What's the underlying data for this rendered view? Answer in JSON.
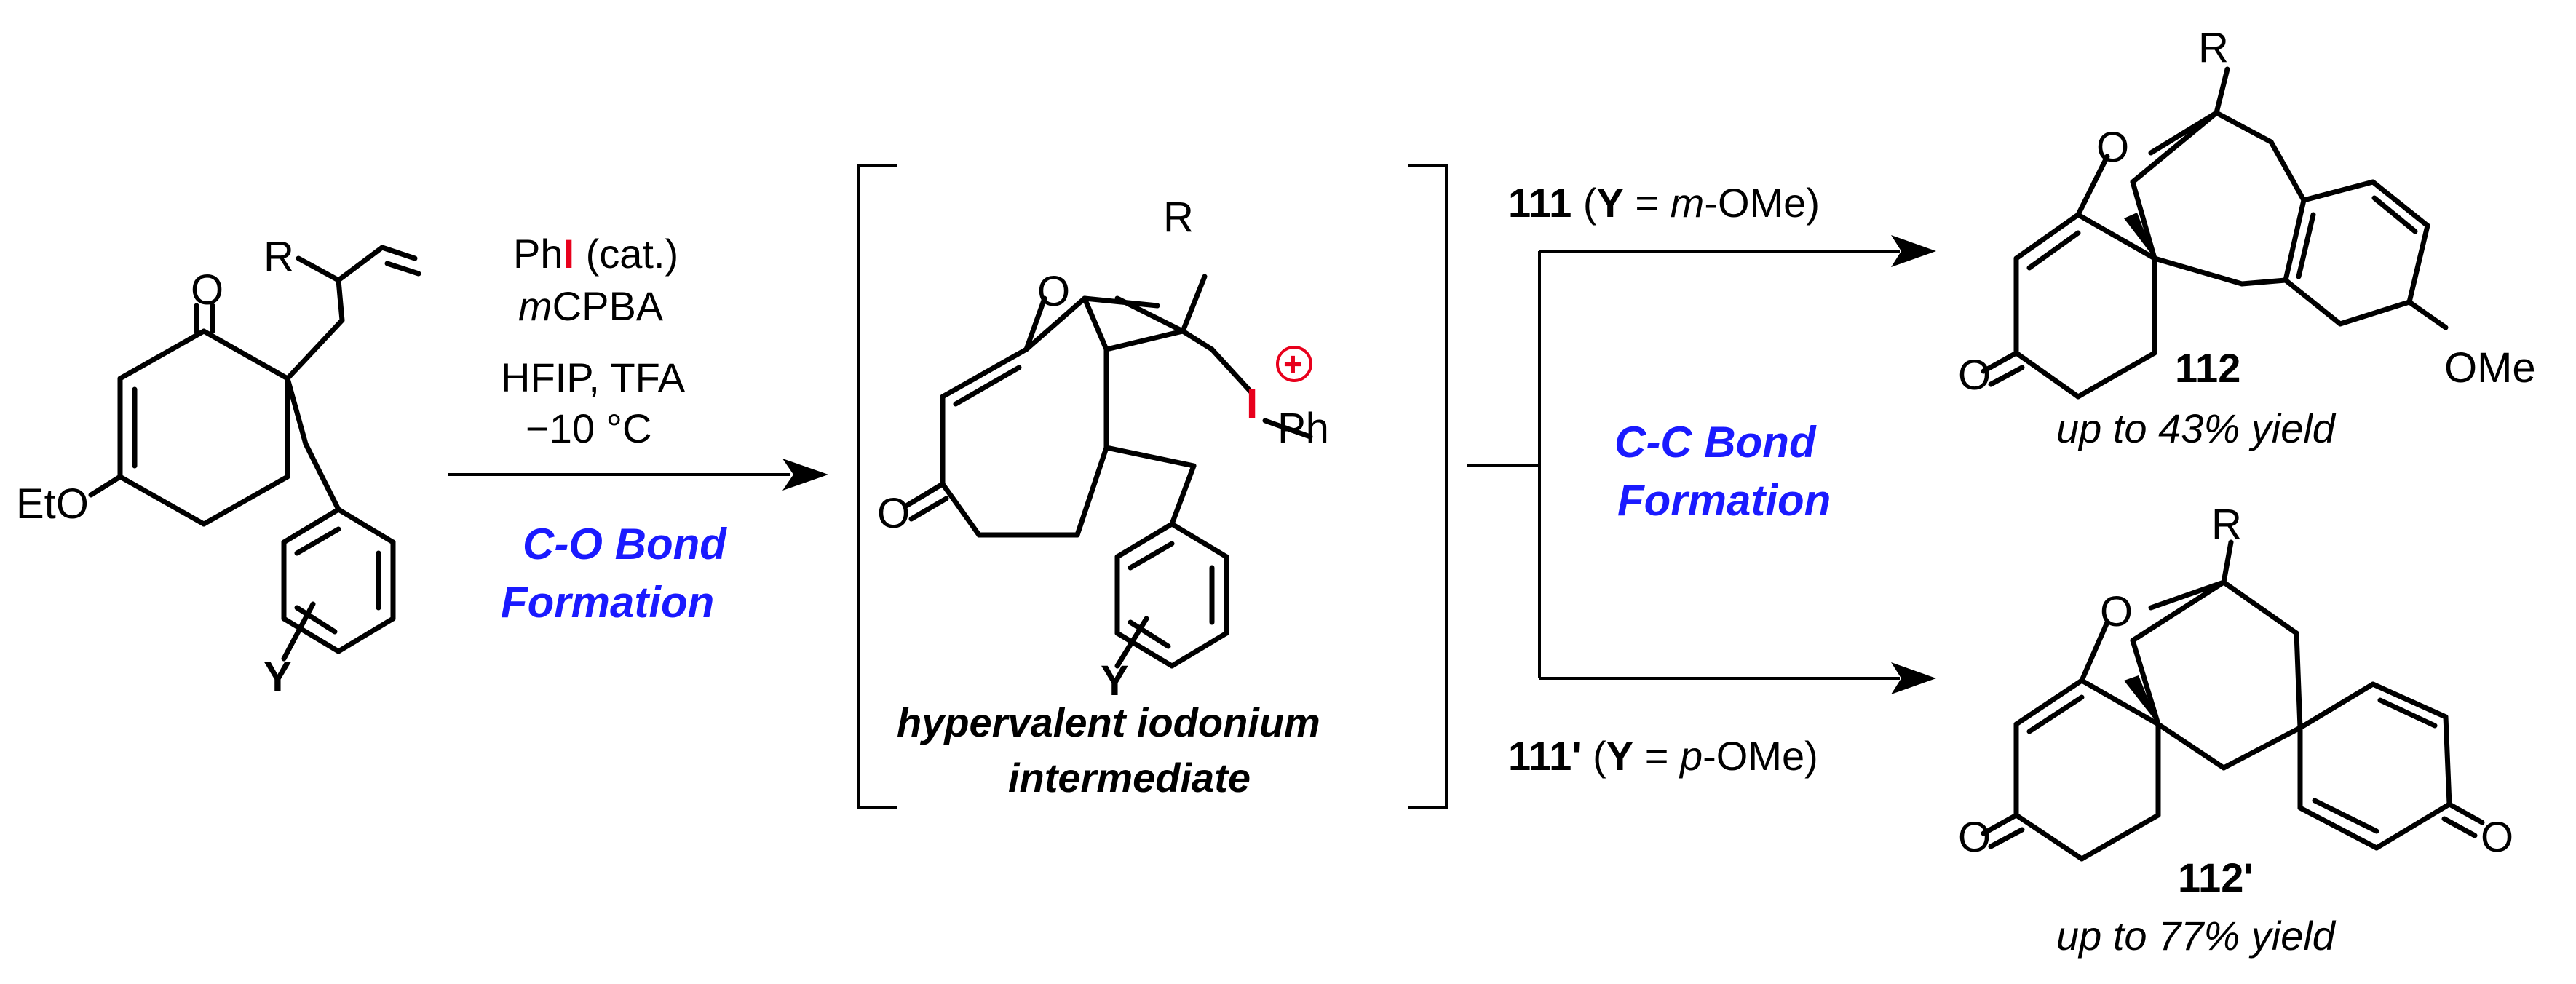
{
  "atoms": {
    "oxygen": "O",
    "r_group": "R",
    "ethoxy": "EtO",
    "y_group": "Y",
    "iodine": "I",
    "phenyl": "Ph",
    "methoxy": "OMe",
    "plus_charge": "+"
  },
  "reagents": {
    "phi_prefix": "Ph",
    "phi_iodine": "I",
    "phi_suffix": " (cat.)",
    "mcpba_italic": "m",
    "mcpba_rest": "CPBA",
    "solvents": "HFIP, TFA",
    "temperature": "−10 °C",
    "bond_formation_1_line1": "C-O Bond",
    "bond_formation_1_line2": "Formation"
  },
  "intermediate": {
    "label_line1": "hypervalent iodonium",
    "label_line2": "intermediate"
  },
  "branch": {
    "top_compound": "111",
    "top_open": " (",
    "top_y": "Y",
    "top_eq": " = ",
    "top_italic": "m",
    "top_close": "-OMe)",
    "bottom_compound": "111'",
    "bottom_open": " (",
    "bottom_y": "Y",
    "bottom_eq": " = ",
    "bottom_italic": "p",
    "bottom_close": "-OMe)",
    "bond_formation_2_line1": "C-C Bond",
    "bond_formation_2_line2": "Formation"
  },
  "products": {
    "top_number": "112",
    "top_yield": "up to 43% yield",
    "bottom_number": "112'",
    "bottom_yield": "up to 77% yield"
  },
  "colors": {
    "iodine_red": "#e8001c",
    "label_blue": "#1a1aff",
    "ink": "#000000"
  }
}
